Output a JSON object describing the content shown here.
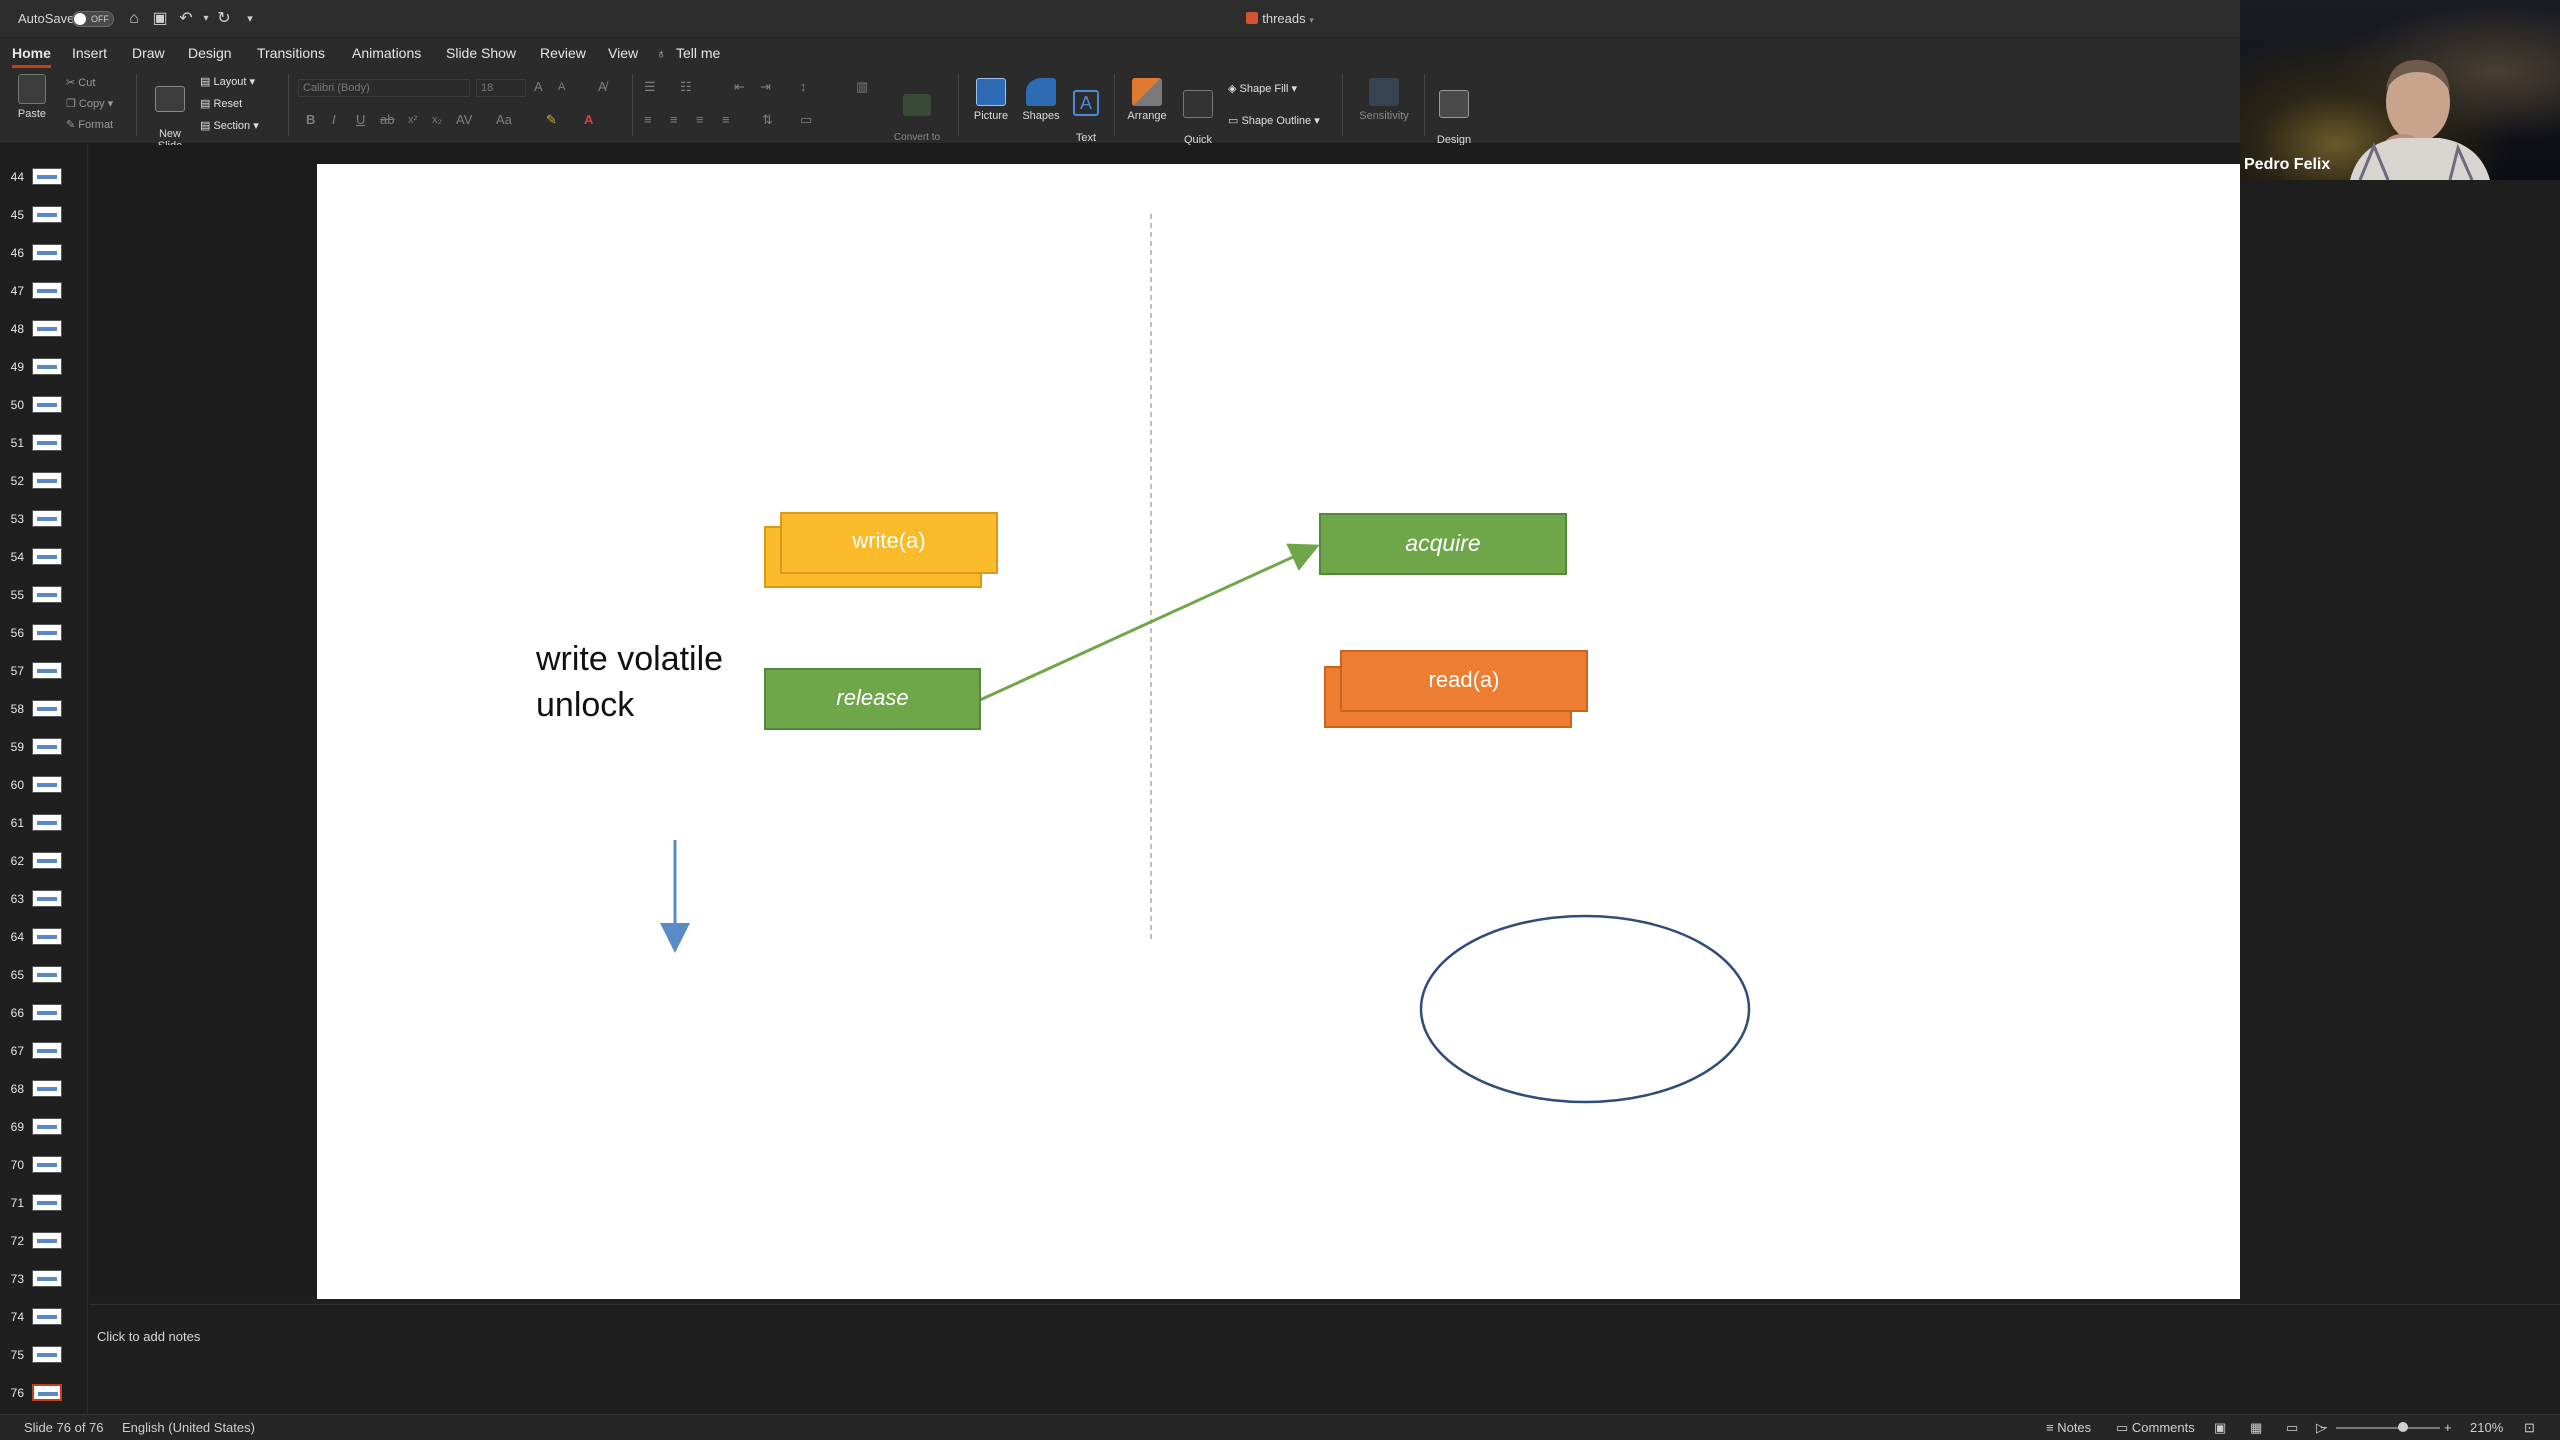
{
  "titlebar": {
    "autosave_label": "AutoSave",
    "autosave_state": "OFF",
    "document_title": "threads"
  },
  "ribbon_tabs": [
    "Home",
    "Insert",
    "Draw",
    "Design",
    "Transitions",
    "Animations",
    "Slide Show",
    "Review",
    "View",
    "Tell me"
  ],
  "active_tab": "Home",
  "ribbon": {
    "paste": "Paste",
    "cut": "Cut",
    "copy": "Copy",
    "format": "Format",
    "new_slide": "New\nSlide",
    "layout": "Layout",
    "reset": "Reset",
    "section": "Section",
    "font_name": "Calibri (Body)",
    "font_size": "18",
    "convert_smartart": "Convert to\nSmartArt",
    "picture": "Picture",
    "shapes": "Shapes",
    "text_box": "Text\nBox",
    "arrange": "Arrange",
    "quick_styles": "Quick\nStyles",
    "shape_fill": "Shape Fill",
    "shape_outline": "Shape Outline",
    "sensitivity": "Sensitivity",
    "design_ideas": "Design\nIdeas"
  },
  "thumbnails": {
    "numbers": [
      "44",
      "45",
      "46",
      "47",
      "48",
      "49",
      "50",
      "51",
      "52",
      "53",
      "54",
      "55",
      "56",
      "57",
      "58",
      "59",
      "60",
      "61",
      "62",
      "63",
      "64",
      "65",
      "66",
      "67",
      "68",
      "69",
      "70",
      "71",
      "72",
      "73",
      "74",
      "75",
      "76"
    ],
    "current": "76"
  },
  "slide": {
    "write_box": "write(a)",
    "release_box": "release",
    "acquire_box": "acquire",
    "read_box": "read(a)",
    "side_label_line1": "write volatile",
    "side_label_line2": "unlock",
    "colors": {
      "yellow": "#FBBA2A",
      "green": "#6FA64A",
      "orange": "#ED7D31",
      "arrow_green": "#6FA64A",
      "arrow_blue": "#5B8BC5",
      "ellipse": "#2F4C7A",
      "divider": "#bfbfbf"
    }
  },
  "notes": {
    "placeholder": "Click to add notes"
  },
  "status": {
    "slide_count": "Slide 76 of 76",
    "language": "English (United States)",
    "notes": "Notes",
    "comments": "Comments",
    "zoom": "210%"
  },
  "video": {
    "participant_name": "Pedro Felix"
  }
}
